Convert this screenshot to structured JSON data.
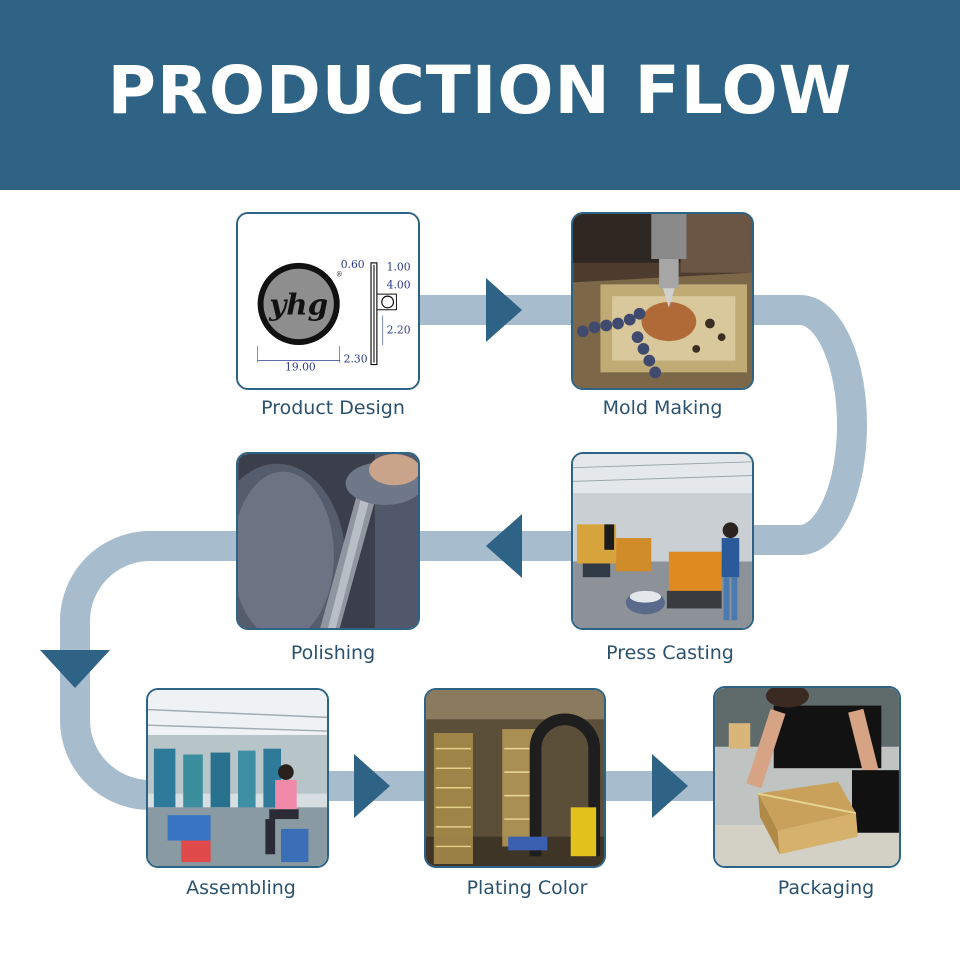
{
  "title": "PRODUCTION FLOW",
  "colors": {
    "header": "#2e6386",
    "flow": "#a7bccd",
    "arrow": "#2e6386",
    "label": "#2a5270"
  },
  "steps": [
    {
      "label": "Product Design"
    },
    {
      "label": "Mold Making"
    },
    {
      "label": "Press Casting"
    },
    {
      "label": "Polishing"
    },
    {
      "label": "Assembling"
    },
    {
      "label": "Plating Color"
    },
    {
      "label": "Packaging"
    }
  ],
  "design_drawing": {
    "logo_text": "yhg",
    "dims": {
      "d1": "0.60",
      "d2": "1.00",
      "d3": "4.00",
      "d4": "2.20",
      "d5": "19.00",
      "d6": "2.30"
    }
  }
}
